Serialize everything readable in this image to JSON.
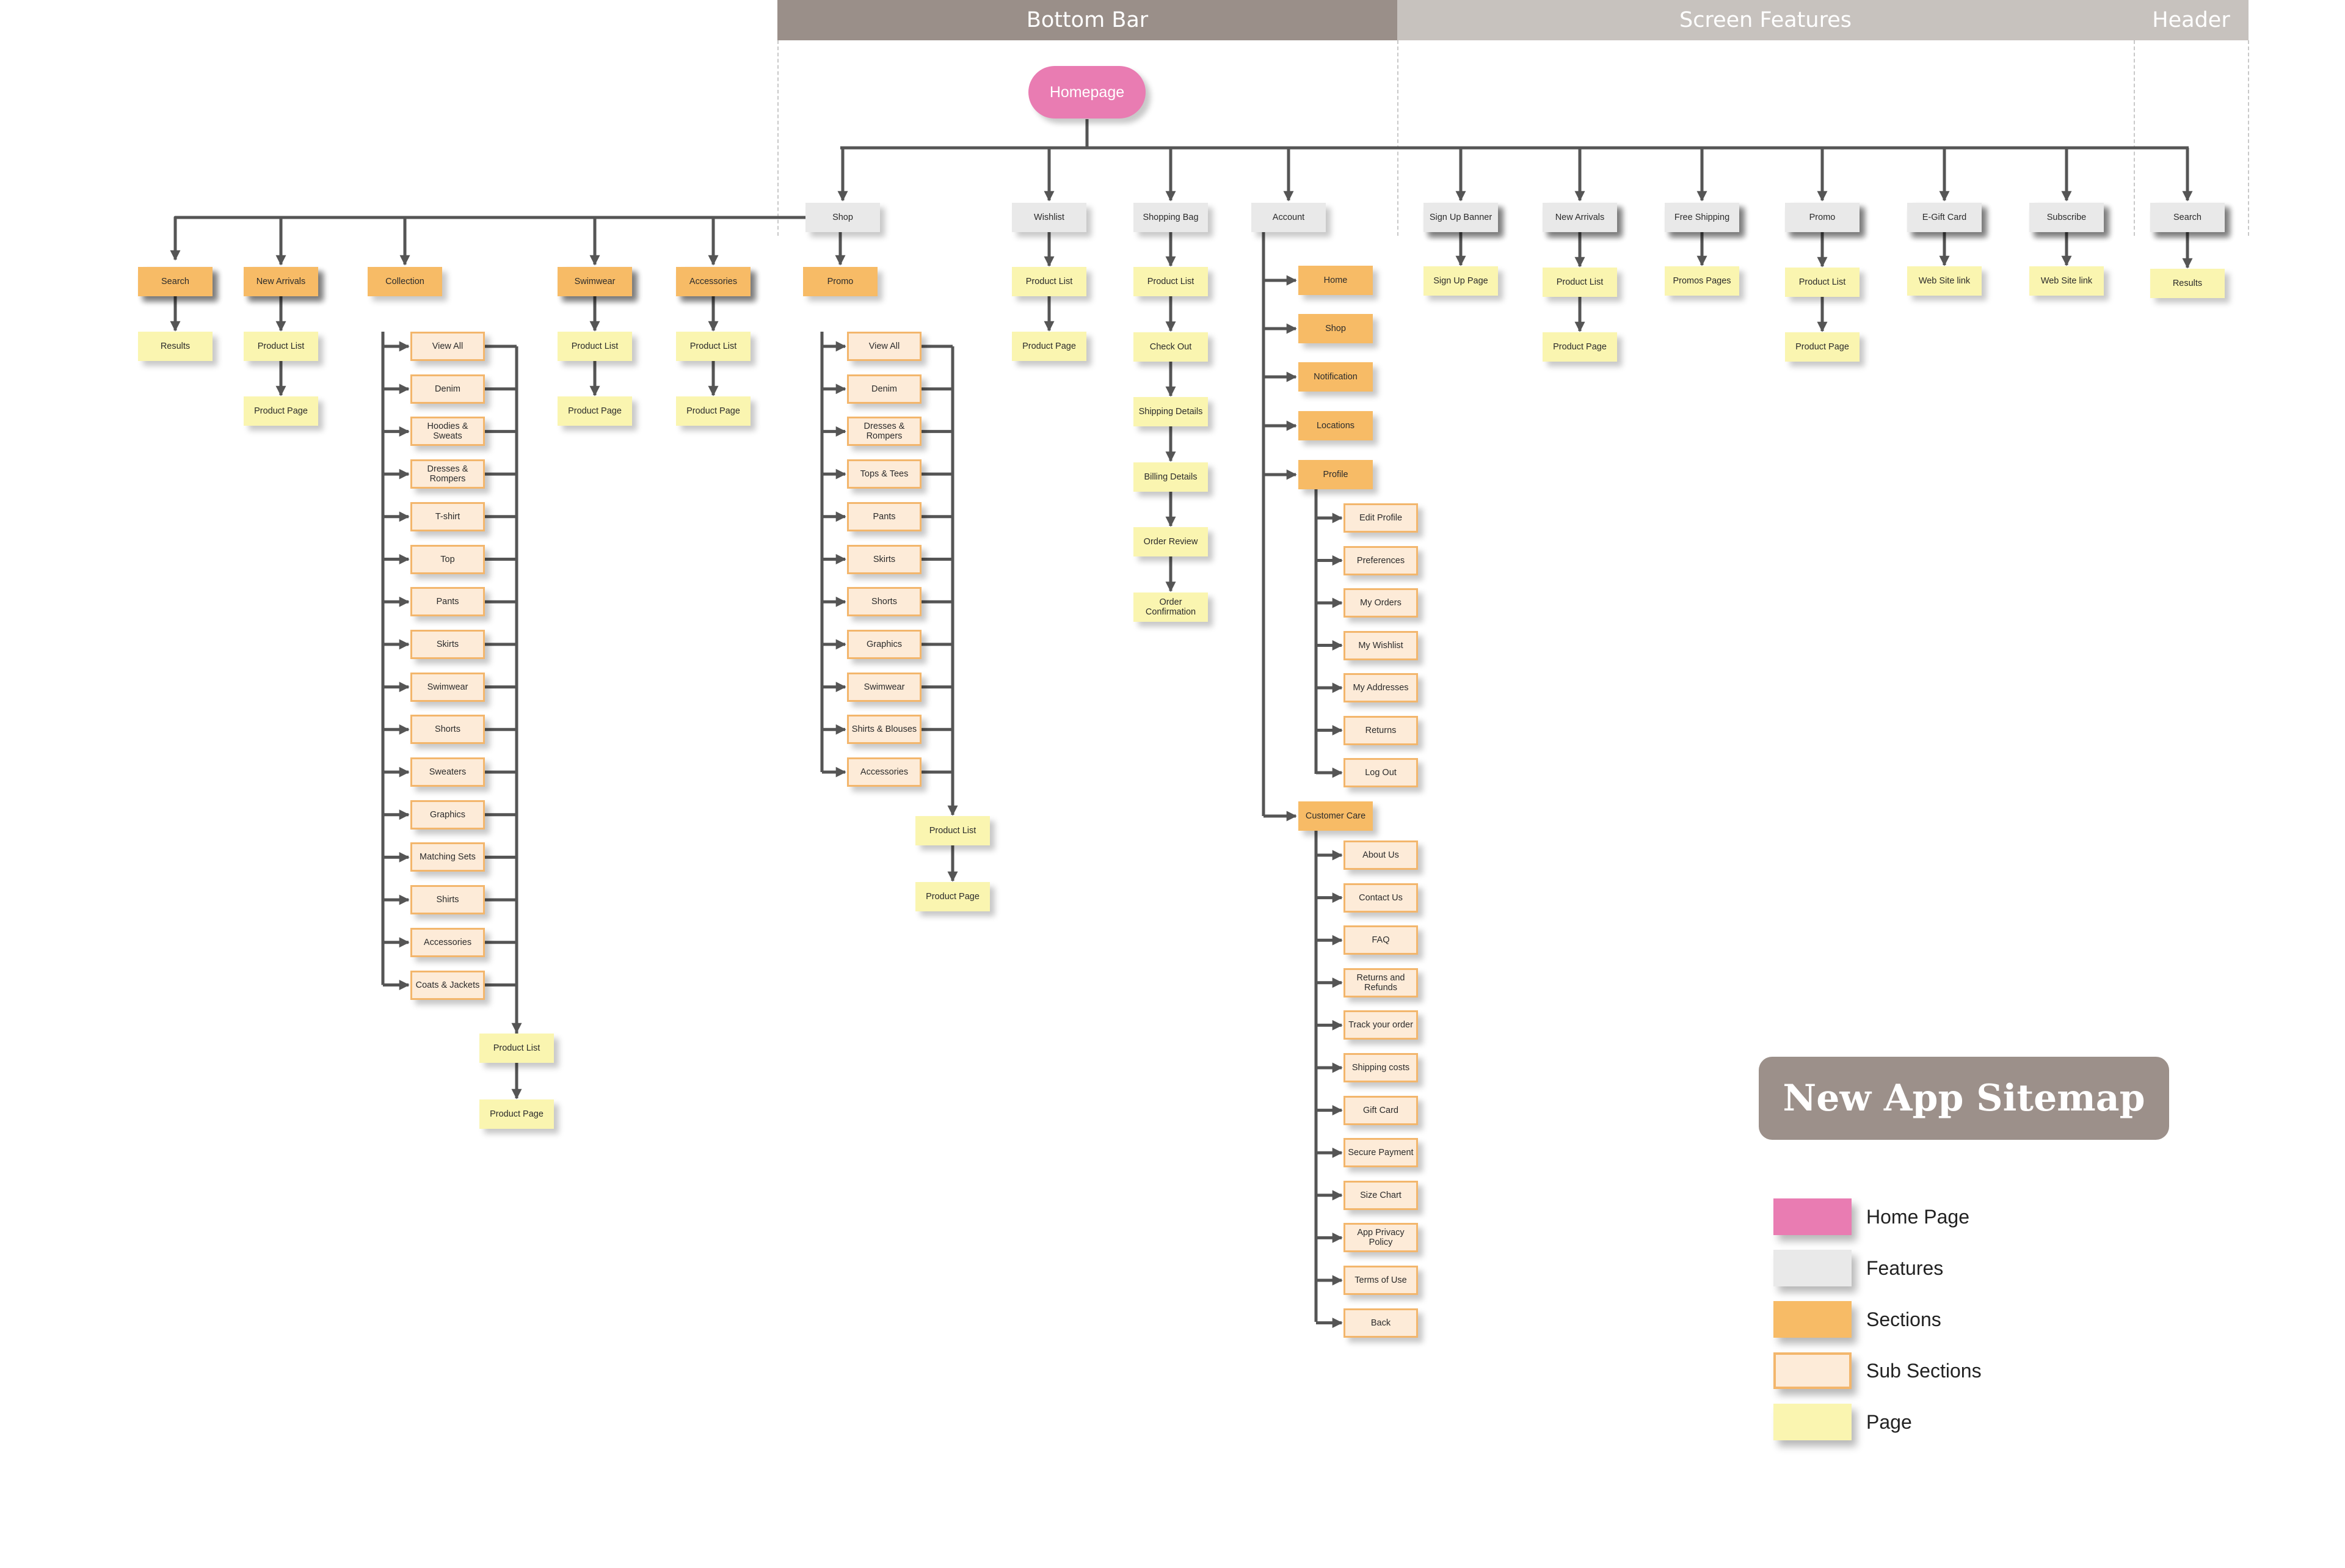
{
  "bands": [
    {
      "id": "bottom-bar",
      "label": "Bottom Bar",
      "color": "#9a8f89"
    },
    {
      "id": "screen-features",
      "label": "Screen Features",
      "color": "#c7c2be"
    },
    {
      "id": "header",
      "label": "Header",
      "color": "#c7c2be"
    }
  ],
  "colors": {
    "home": "#e97cb2",
    "feature": "#e9e9e9",
    "section": "#f7bb66",
    "subsection": "#fdebd8",
    "subsection_border": "#f3b66c",
    "page": "#faf5b0",
    "line": "#555555"
  },
  "diagram": {
    "title": "New App Sitemap",
    "home": "Homepage",
    "features": [
      "Shop",
      "Wishlist",
      "Shopping Bag",
      "Account",
      "Sign Up Banner",
      "New Arrivals",
      "Free Shipping",
      "Promo",
      "E-Gift Card",
      "Subscribe",
      "Search"
    ],
    "shop_sections": [
      "Search",
      "New Arrivals",
      "Collection",
      "Swimwear",
      "Accessories",
      "Promo"
    ],
    "collection_subsections": [
      "View All",
      "Denim",
      "Hoodies & Sweats",
      "Dresses & Rompers",
      "T-shirt",
      "Top",
      "Pants",
      "Skirts",
      "Swimwear",
      "Shorts",
      "Sweaters",
      "Graphics",
      "Matching Sets",
      "Shirts",
      "Accessories",
      "Coats & Jackets"
    ],
    "promo_subsections": [
      "View All",
      "Denim",
      "Dresses & Rompers",
      "Tops & Tees",
      "Pants",
      "Skirts",
      "Shorts",
      "Graphics",
      "Swimwear",
      "Shirts & Blouses",
      "Accessories"
    ],
    "checkout_flow": [
      "Product List",
      "Check Out",
      "Shipping Details",
      "Billing Details",
      "Order Review",
      "Order Confirmation"
    ],
    "account_sections": [
      "Home",
      "Shop",
      "Notification",
      "Locations",
      "Profile",
      "Customer Care"
    ],
    "profile_subsections": [
      "Edit Profile",
      "Preferences",
      "My Orders",
      "My Wishlist",
      "My Addresses",
      "Returns",
      "Log Out"
    ],
    "customer_care_subsections": [
      "About Us",
      "Contact Us",
      "FAQ",
      "Returns and Refunds",
      "Track your order",
      "Shipping costs",
      "Gift Card",
      "Secure Payment",
      "Size Chart",
      "App Privacy Policy",
      "Terms of Use",
      "Back"
    ],
    "pages": {
      "results": "Results",
      "product_list": "Product List",
      "product_page": "Product Page",
      "sign_up_page": "Sign Up Page",
      "promos_pages": "Promos Pages",
      "web_site_link": "Web Site link"
    }
  },
  "legend": [
    {
      "label": "Home Page",
      "type": "home"
    },
    {
      "label": "Features",
      "type": "feature"
    },
    {
      "label": "Sections",
      "type": "section"
    },
    {
      "label": "Sub Sections",
      "type": "subsection"
    },
    {
      "label": "Page",
      "type": "page"
    }
  ]
}
